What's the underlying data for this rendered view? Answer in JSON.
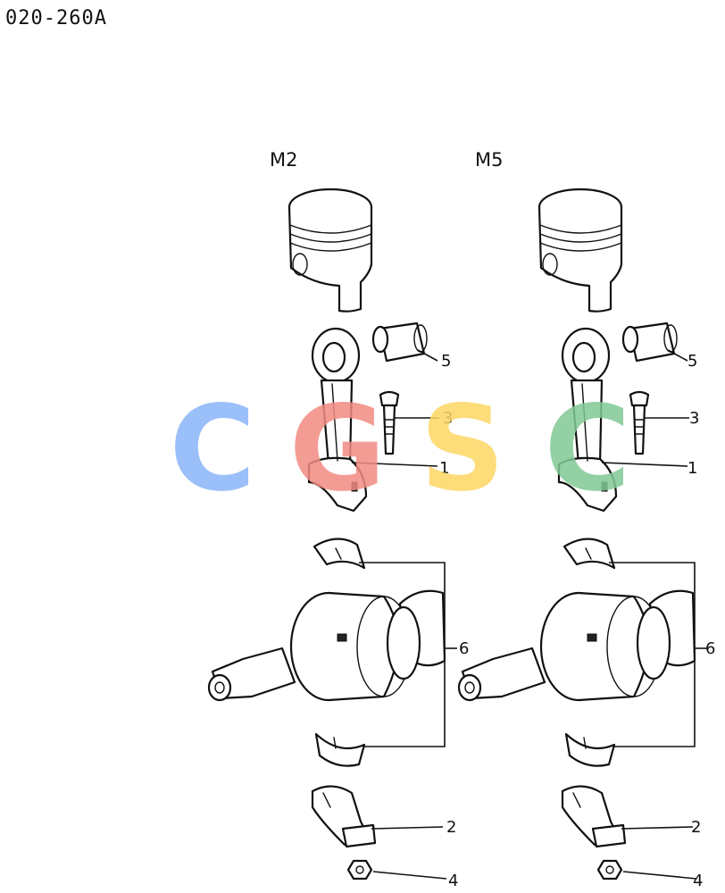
{
  "header": {
    "code": "020-260A"
  },
  "columns": [
    {
      "name": "M2",
      "callouts": [
        "5",
        "3",
        "1",
        "6",
        "2",
        "4"
      ]
    },
    {
      "name": "M5",
      "callouts": [
        "5",
        "3",
        "1",
        "6",
        "2",
        "4"
      ]
    }
  ],
  "watermark": {
    "text": "CGSC",
    "colors": [
      "#8ab4f8",
      "#f28b82",
      "#fdd663",
      "#81c995"
    ]
  }
}
